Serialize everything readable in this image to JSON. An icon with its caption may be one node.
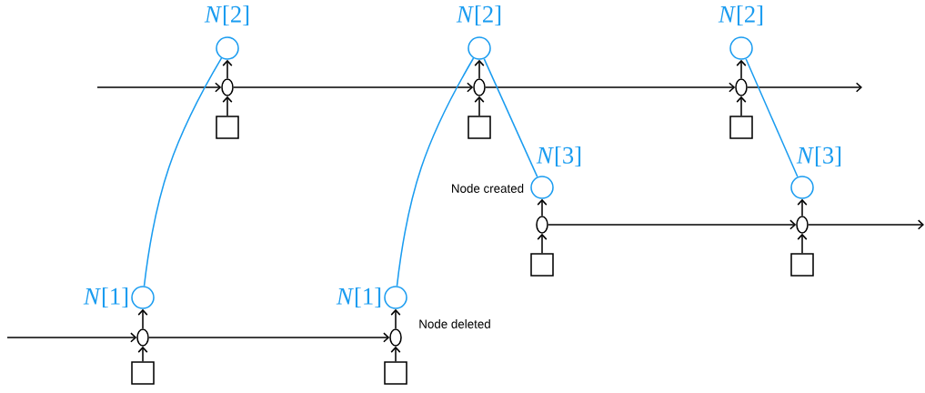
{
  "diagram": {
    "nodes": [
      {
        "text": [
          "*N*[2]"
        ]
      },
      {
        "text": [
          "*N*[2]"
        ]
      },
      {
        "text": [
          "*N*[2]"
        ]
      },
      {
        "text": [],
        "shape": "ellipse"
      },
      {
        "text": [],
        "shape": "ellipse"
      },
      {
        "text": [],
        "shape": "ellipse"
      },
      {
        "text": [],
        "shape": "box"
      },
      {
        "text": [],
        "shape": "box"
      },
      {
        "text": [],
        "shape": "box"
      },
      {
        "text": [
          "*N*[3]"
        ],
        "beside": [
          "Node created"
        ]
      },
      {
        "text": [
          "*N*[3]"
        ]
      },
      {
        "text": [],
        "shape": "ellipse"
      },
      {
        "text": [],
        "shape": "ellipse"
      },
      {
        "text": [],
        "shape": "box"
      },
      {
        "text": [],
        "shape": "box"
      },
      {
        "text": [
          "*N*[1]"
        ]
      },
      {
        "text": [
          "*N*[1]"
        ]
      },
      {
        "text": [],
        "shape": "ellipse"
      },
      {
        "text": [],
        "shape": "ellipse",
        "beside": [
          "Node deleted"
        ]
      },
      {
        "text": [],
        "shape": "box"
      },
      {
        "text": [],
        "shape": "box"
      }
    ],
    "edges": [
      {
        "from": null,
        "to": 3,
        "arrow": "to"
      },
      {
        "from": 3,
        "to": 4,
        "arrow": "to"
      },
      {
        "from": 4,
        "to": 5,
        "arrow": "to"
      },
      {
        "from": 5,
        "to": null,
        "arrow": "to"
      },
      {
        "from": 11,
        "to": 12,
        "arrow": "to"
      },
      {
        "from": 12,
        "to": null,
        "arrow": "to"
      },
      {
        "from": null,
        "to": 17,
        "arrow": "to"
      },
      {
        "from": 17,
        "to": 18,
        "arrow": "to"
      },
      {
        "from": 6,
        "to": 3,
        "arrow": "to"
      },
      {
        "from": 7,
        "to": 4,
        "arrow": "to"
      },
      {
        "from": 8,
        "to": 5,
        "arrow": "to"
      },
      {
        "from": 13,
        "to": 11,
        "arrow": "to"
      },
      {
        "from": 14,
        "to": 12,
        "arrow": "to"
      },
      {
        "from": 19,
        "to": 17,
        "arrow": "to"
      },
      {
        "from": 20,
        "to": 18,
        "arrow": "to"
      },
      {
        "from": 3,
        "to": 0,
        "arrow": "to"
      },
      {
        "from": 4,
        "to": 1,
        "arrow": "to"
      },
      {
        "from": 5,
        "to": 2,
        "arrow": "to"
      },
      {
        "from": 11,
        "to": 9,
        "arrow": "to"
      },
      {
        "from": 12,
        "to": 10,
        "arrow": "to"
      },
      {
        "from": 17,
        "to": 15,
        "arrow": "to"
      },
      {
        "from": 18,
        "to": 16,
        "arrow": "to"
      },
      {
        "from": 15,
        "to": 0,
        "arrow": "none",
        "color": "#1a9cf0"
      },
      {
        "from": 16,
        "to": 1,
        "arrow": "none",
        "color": "#1a9cf0"
      },
      {
        "from": 1,
        "to": 9,
        "arrow": "none",
        "color": "#1a9cf0"
      },
      {
        "from": 2,
        "to": 10,
        "arrow": "none",
        "color": "#1a9cf0"
      }
    ]
  }
}
